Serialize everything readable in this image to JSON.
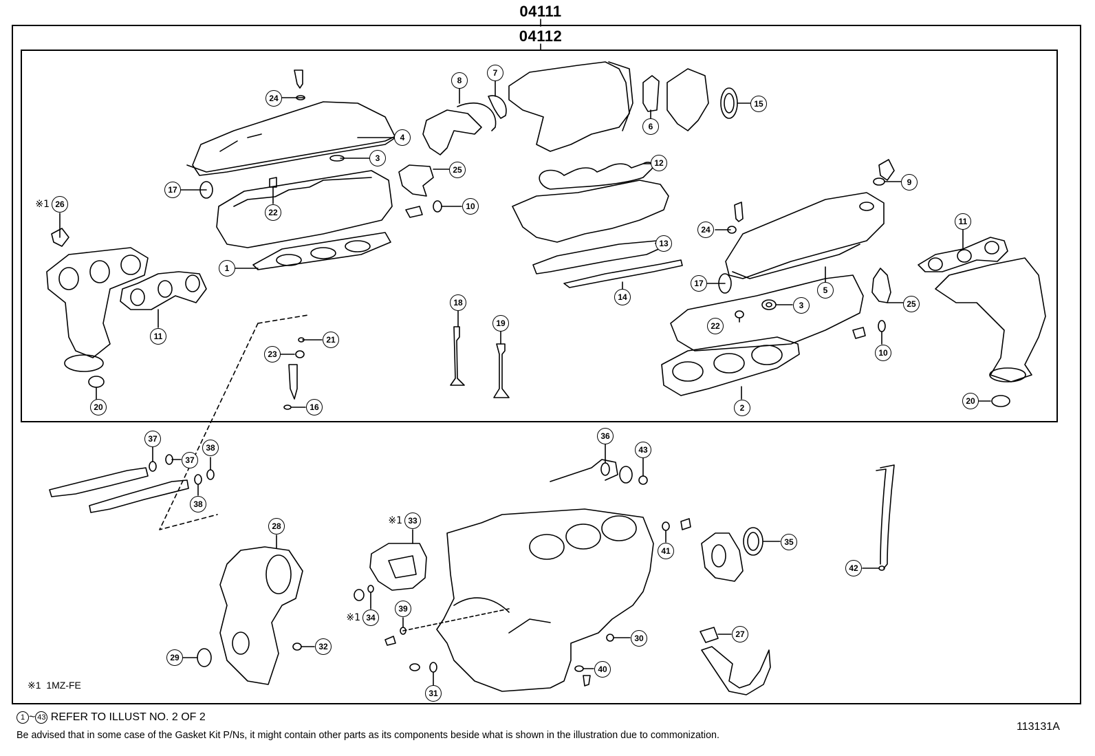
{
  "header": {
    "outer_code": "04111",
    "inner_code": "04112"
  },
  "note": {
    "mark": "※1",
    "text": "1MZ-FE"
  },
  "footer": {
    "range_start": "1",
    "range_sep": "~",
    "range_end": "43",
    "refer_text": "REFER TO ILLUST NO. 2 OF 2",
    "advice_text": "Be advised that in some case of the Gasket Kit P/Ns,  it might contain other parts as its components beside what is shown in the illustration due to commonization.",
    "illust_id": "113131A"
  },
  "callouts": [
    {
      "num": "24",
      "mark": ""
    },
    {
      "num": "4",
      "mark": ""
    },
    {
      "num": "3",
      "mark": ""
    },
    {
      "num": "17",
      "mark": ""
    },
    {
      "num": "22",
      "mark": ""
    },
    {
      "num": "26",
      "mark": "※1"
    },
    {
      "num": "1",
      "mark": ""
    },
    {
      "num": "11",
      "mark": ""
    },
    {
      "num": "20",
      "mark": ""
    },
    {
      "num": "8",
      "mark": ""
    },
    {
      "num": "7",
      "mark": ""
    },
    {
      "num": "25",
      "mark": ""
    },
    {
      "num": "10",
      "mark": ""
    },
    {
      "num": "6",
      "mark": ""
    },
    {
      "num": "15",
      "mark": ""
    },
    {
      "num": "12",
      "mark": ""
    },
    {
      "num": "13",
      "mark": ""
    },
    {
      "num": "14",
      "mark": ""
    },
    {
      "num": "9",
      "mark": ""
    },
    {
      "num": "24",
      "mark": ""
    },
    {
      "num": "11",
      "mark": ""
    },
    {
      "num": "17",
      "mark": ""
    },
    {
      "num": "5",
      "mark": ""
    },
    {
      "num": "3",
      "mark": ""
    },
    {
      "num": "25",
      "mark": ""
    },
    {
      "num": "22",
      "mark": ""
    },
    {
      "num": "10",
      "mark": ""
    },
    {
      "num": "2",
      "mark": ""
    },
    {
      "num": "20",
      "mark": ""
    },
    {
      "num": "18",
      "mark": ""
    },
    {
      "num": "19",
      "mark": ""
    },
    {
      "num": "21",
      "mark": ""
    },
    {
      "num": "23",
      "mark": ""
    },
    {
      "num": "16",
      "mark": ""
    },
    {
      "num": "37",
      "mark": ""
    },
    {
      "num": "37",
      "mark": ""
    },
    {
      "num": "38",
      "mark": ""
    },
    {
      "num": "38",
      "mark": ""
    },
    {
      "num": "28",
      "mark": ""
    },
    {
      "num": "29",
      "mark": ""
    },
    {
      "num": "32",
      "mark": ""
    },
    {
      "num": "33",
      "mark": "※1"
    },
    {
      "num": "34",
      "mark": "※1"
    },
    {
      "num": "39",
      "mark": ""
    },
    {
      "num": "31",
      "mark": ""
    },
    {
      "num": "36",
      "mark": ""
    },
    {
      "num": "43",
      "mark": ""
    },
    {
      "num": "41",
      "mark": ""
    },
    {
      "num": "35",
      "mark": ""
    },
    {
      "num": "42",
      "mark": ""
    },
    {
      "num": "30",
      "mark": ""
    },
    {
      "num": "40",
      "mark": ""
    },
    {
      "num": "27",
      "mark": ""
    }
  ]
}
